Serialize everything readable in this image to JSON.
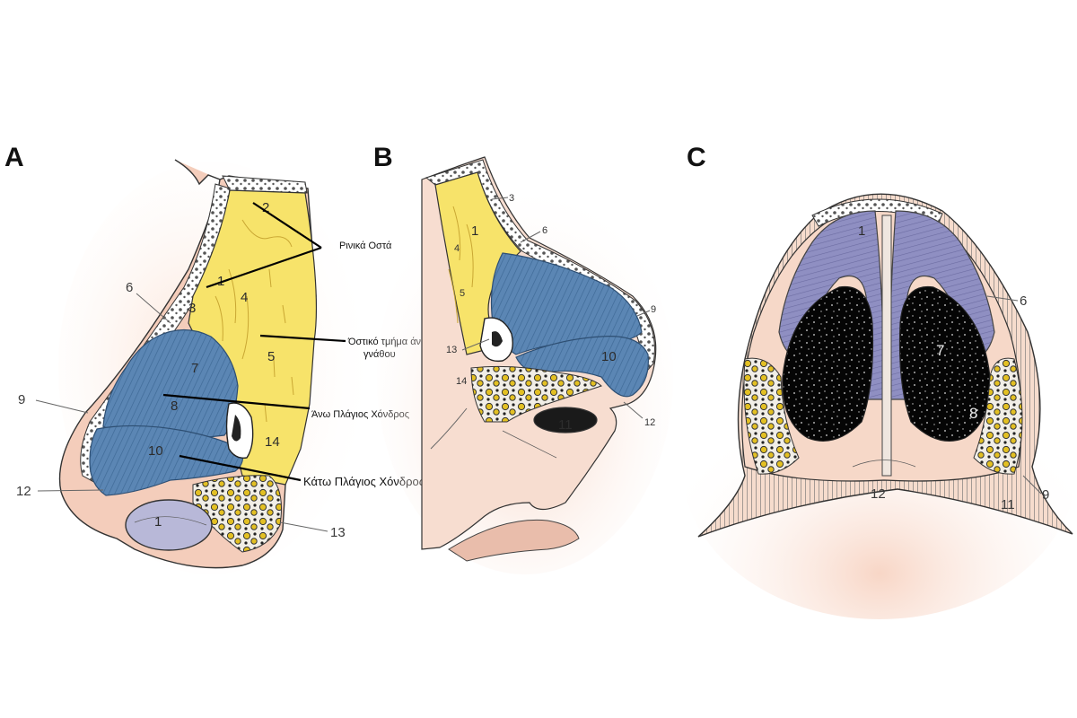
{
  "panels": {
    "A": {
      "letter": "A",
      "numbers": {
        "n1": "1",
        "n2": "2",
        "n3": "3",
        "n4": "4",
        "n5": "5",
        "n6": "6",
        "n7": "7",
        "n8": "8",
        "n9": "9",
        "n10": "10",
        "n12": "12",
        "n13": "13",
        "n14": "14",
        "n1b": "1"
      },
      "labels": {
        "nasal_bones": "Ρινικά Οστά",
        "maxilla_line1": "Όστικό τμήμα άνω",
        "maxilla_line2": "γνάθου",
        "upper_lateral": "Άνω Πλάγιος Χόνδρος",
        "lower_lateral": "Κάτω Πλάγιος Χόνδρος"
      }
    },
    "B": {
      "letter": "B",
      "numbers": {
        "n1": "1",
        "n3": "3",
        "n4": "4",
        "n5": "5",
        "n6": "6",
        "n9": "9",
        "n10": "10",
        "n11": "11",
        "n12": "12",
        "n13": "13",
        "n14": "14"
      }
    },
    "C": {
      "letter": "C",
      "numbers": {
        "n1": "1",
        "n6": "6",
        "n7": "7",
        "n8": "8",
        "n9": "9",
        "n11": "11",
        "n12": "12"
      }
    }
  },
  "colors": {
    "bone_yellow": "#f7e36a",
    "cartilage_blue": "#5b86b4",
    "cartilage_purple": "#8f8fc2",
    "skin": "#f3d2bf",
    "skin_light": "#fbe9df",
    "nostril_lavender": "#b8b8d8"
  }
}
